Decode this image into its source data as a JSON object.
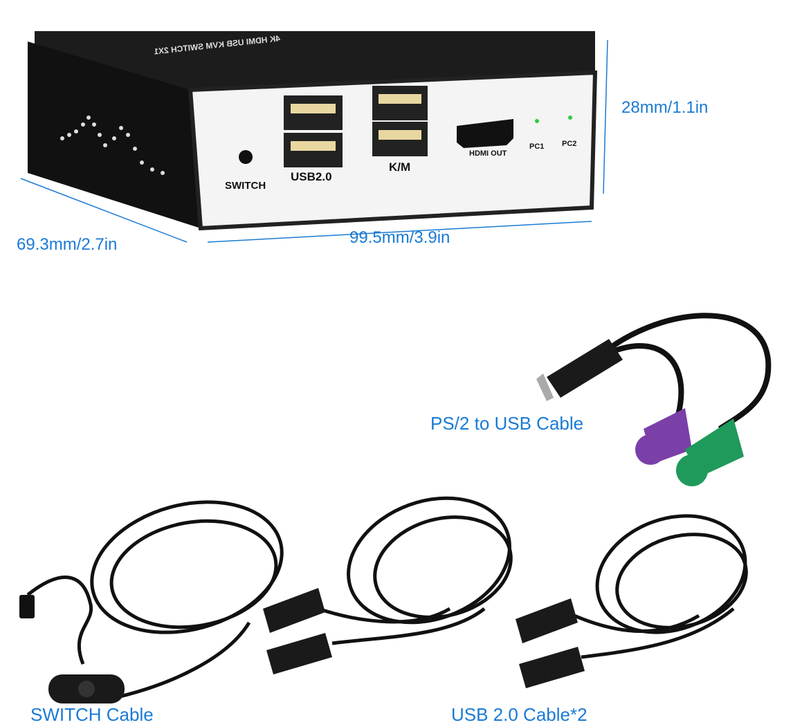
{
  "product": {
    "top_label": "4K HDMI USB KVM SWITCH 2X1",
    "ports": {
      "switch": "SWITCH",
      "usb": "USB2.0",
      "km": "K/M",
      "hdmi": "HDMI OUT",
      "pc1": "PC1",
      "pc2": "PC2"
    }
  },
  "dimensions": {
    "height": "28mm/1.1in",
    "depth": "69.3mm/2.7in",
    "width": "99.5mm/3.9in"
  },
  "captions": {
    "ps2": "PS/2 to USB Cable",
    "switch_cable": "SWITCH Cable",
    "usb_cable": "USB 2.0 Cable*2"
  },
  "colors": {
    "caption": "#1a7ad4",
    "led": "#2ecc40",
    "ps2_purple": "#7b3fa8",
    "ps2_green": "#1f9a5a"
  }
}
